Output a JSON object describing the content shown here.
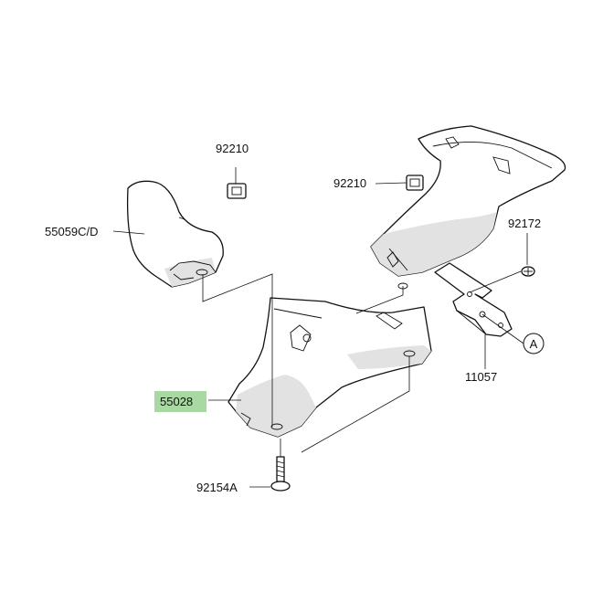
{
  "diagram": {
    "highlight_color": "#a9d9a2",
    "labels": {
      "lbl_92210_left": "92210",
      "lbl_55059": "55059C/D",
      "lbl_92210_right": "92210",
      "lbl_92172": "92172",
      "lbl_a_marker": "A",
      "lbl_11057": "11057",
      "lbl_55028": "55028",
      "lbl_92154a": "92154A"
    }
  }
}
